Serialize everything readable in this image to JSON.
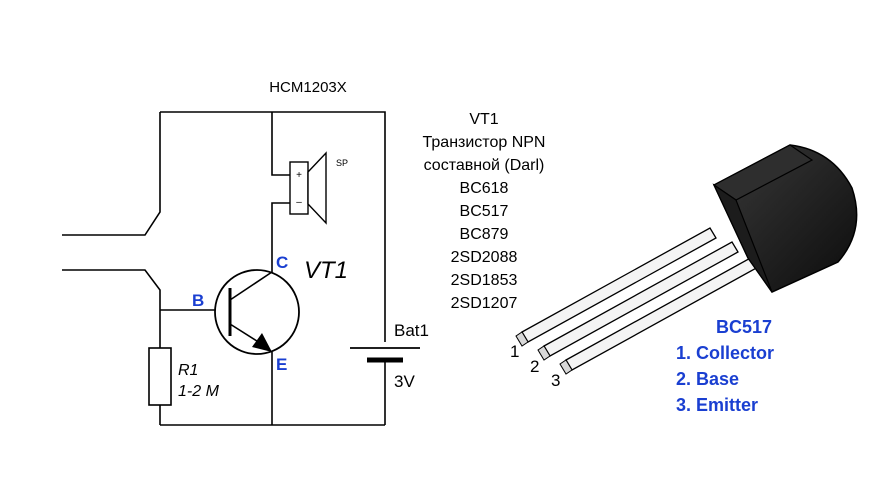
{
  "schematic": {
    "module_label": "HCM1203X",
    "speaker_label": "SP",
    "speaker_plus": "+",
    "speaker_minus": "–",
    "collector_label": "C",
    "base_label": "B",
    "emitter_label": "E",
    "transistor_label": "VT1",
    "resistor_name": "R1",
    "resistor_value": "1-2 M",
    "battery_name": "Bat1",
    "battery_voltage": "3V"
  },
  "transistor_info": {
    "title": "VT1",
    "type_line": "Транзистор NPN",
    "subtype_line": "составной (Darl)",
    "models": [
      "BC618",
      "BC517",
      "BC879",
      "2SD2088",
      "2SD1853",
      "2SD1207"
    ]
  },
  "package": {
    "pin_numbers": [
      "1",
      "2",
      "3"
    ],
    "model": "BC517",
    "pins": [
      "1. Collector",
      "2. Base",
      "3. Emitter"
    ],
    "accent_color": "#1a3fd1"
  }
}
